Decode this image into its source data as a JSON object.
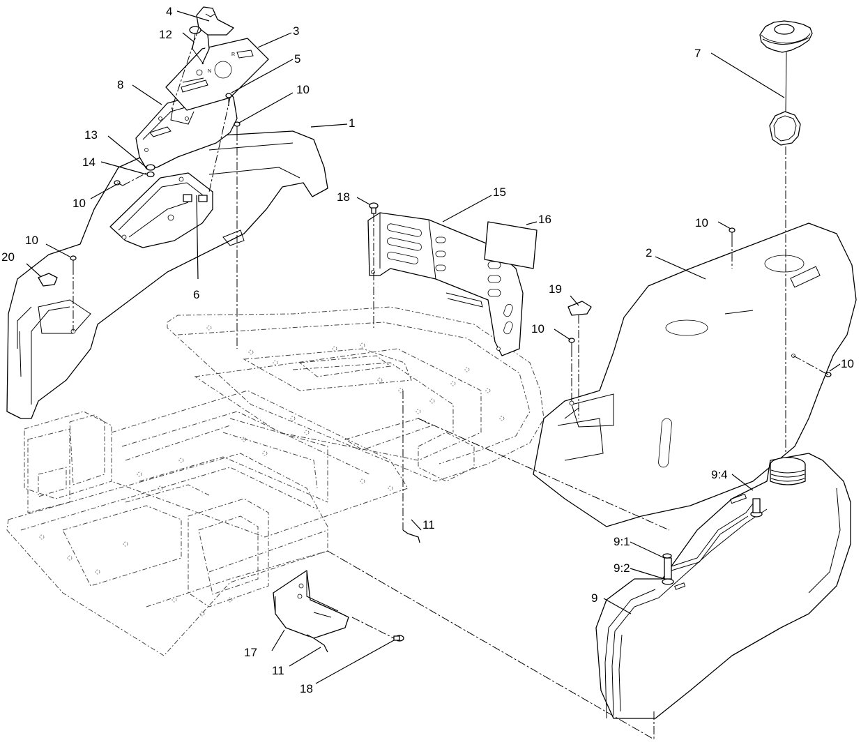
{
  "callouts": {
    "c1": "1",
    "c2": "2",
    "c3": "3",
    "c4": "4",
    "c5": "5",
    "c6": "6",
    "c7": "7",
    "c8": "8",
    "c9": "9",
    "c9_1": "9:1",
    "c9_2": "9:2",
    "c9_4": "9:4",
    "c10": "10",
    "c11": "11",
    "c12": "12",
    "c13": "13",
    "c14": "14",
    "c15": "15",
    "c16": "16",
    "c17": "17",
    "c18": "18",
    "c19": "19",
    "c20": "20"
  },
  "plate_marks": {
    "n": "N",
    "r": "R"
  }
}
